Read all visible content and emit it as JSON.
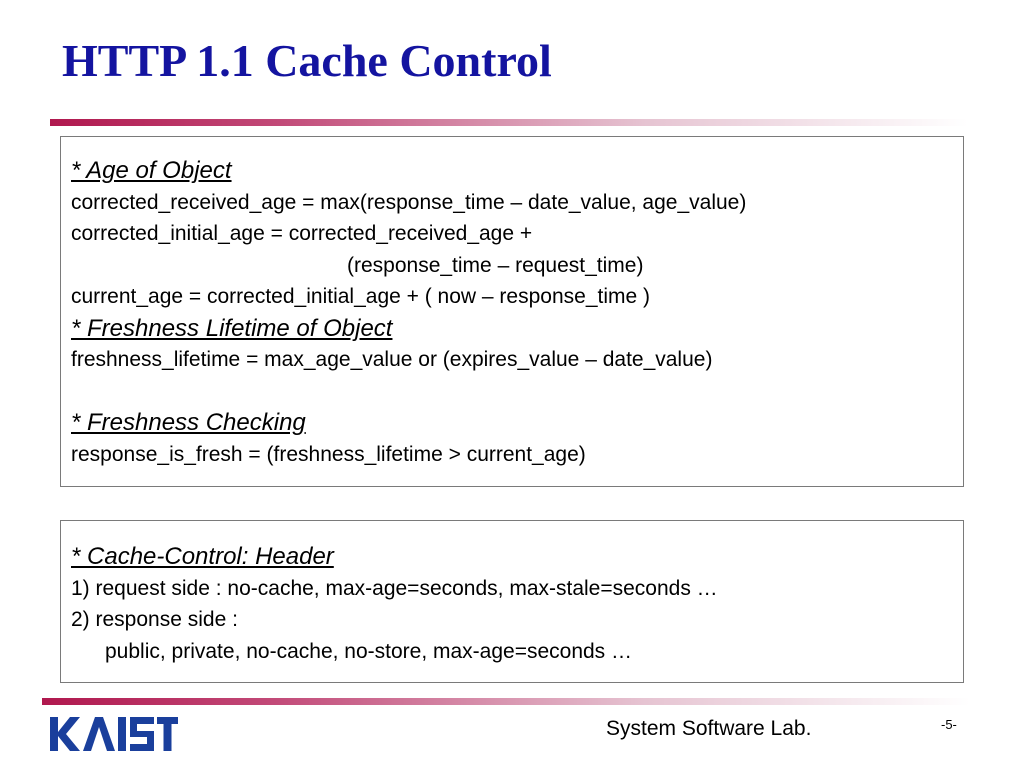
{
  "title": "HTTP 1.1 Cache Control",
  "box1": {
    "age_heading": "* Age of Object",
    "age_line1": "corrected_received_age = max(response_time – date_value, age_value)",
    "age_line2": "corrected_initial_age = corrected_received_age +",
    "age_line3": "(response_time – request_time)",
    "age_line4": "current_age = corrected_initial_age + ( now – response_time )",
    "freshness_heading": "* Freshness Lifetime of Object",
    "freshness_line": "freshness_lifetime = max_age_value or (expires_value – date_value)",
    "checking_heading": "* Freshness Checking",
    "checking_line": "response_is_fresh = (freshness_lifetime > current_age)"
  },
  "box2": {
    "heading": "* Cache-Control: Header",
    "line1": "1) request side : no-cache, max-age=seconds, max-stale=seconds …",
    "line2": "2) response side :",
    "line3": "public, private, no-cache, no-store, max-age=seconds …"
  },
  "footer": {
    "logo_text": "KAIST",
    "lab": "System Software Lab.",
    "page_number": "-5-"
  },
  "colors": {
    "title": "#1414a0",
    "rule_accent": "#b0184e",
    "logo": "#1a3f9c"
  }
}
